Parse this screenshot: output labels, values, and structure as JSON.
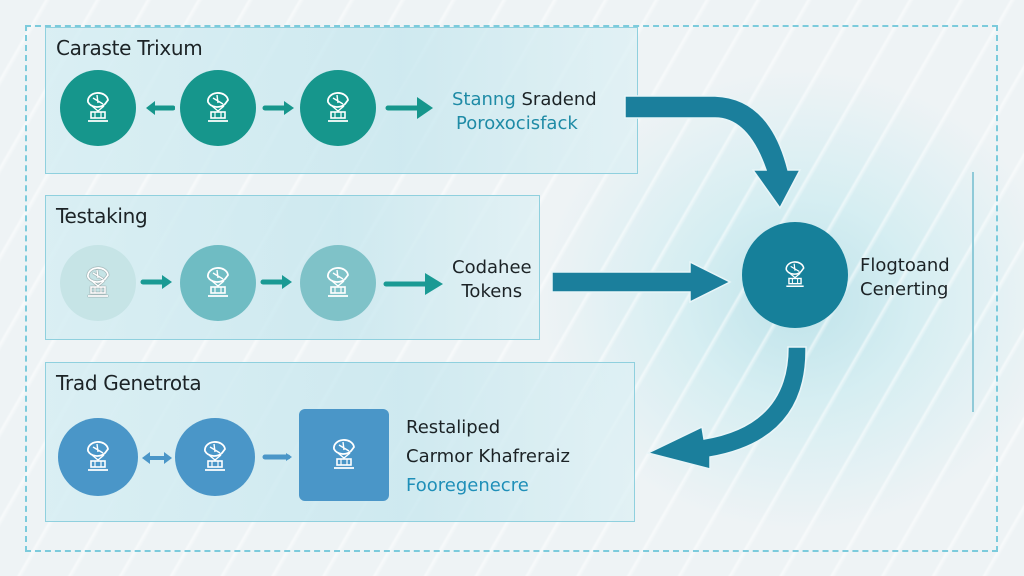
{
  "diagram": {
    "colors": {
      "teal": "#16968c",
      "light_teal_1": "#c6e4e6",
      "light_teal_2": "#6fbcc3",
      "light_teal_3": "#7fc2c8",
      "blue": "#4a96c8",
      "hub": "#16809a",
      "arrow": "#1b7f9c",
      "border": "#7ccbdc"
    },
    "panels": [
      {
        "title": "Caraste Trixum",
        "nodes": [
          {
            "icon": "satellite-dish-icon"
          },
          {
            "icon": "satellite-dish-icon"
          },
          {
            "icon": "satellite-dish-icon"
          }
        ],
        "connectors": [
          "arrow-left",
          "arrow-right",
          "arrow-right"
        ],
        "output_label": {
          "line1_a": "Stanng",
          "line1_b": "Sradend",
          "line2": "Poroxocisfack"
        }
      },
      {
        "title": "Testaking",
        "nodes": [
          {
            "icon": "satellite-dish-icon"
          },
          {
            "icon": "satellite-dish-icon"
          },
          {
            "icon": "satellite-dish-icon"
          }
        ],
        "connectors": [
          "arrow-right",
          "arrow-right",
          "arrow-right"
        ],
        "output_label": {
          "line1": "Codahee",
          "line2": "Tokens"
        }
      },
      {
        "title": "Trad Genetrota",
        "nodes": [
          {
            "icon": "satellite-dish-icon"
          },
          {
            "icon": "satellite-dish-icon"
          },
          {
            "icon": "satellite-dish-icon",
            "shape": "square"
          }
        ],
        "connectors": [
          "arrow-both",
          "line"
        ],
        "output_label": {
          "line1": "Restaliped",
          "line2": "Carmor Khafreraiz",
          "line3": "Fooregenecre"
        }
      }
    ],
    "hub": {
      "icon": "satellite-dish-icon",
      "label_line1": "Flogtoand",
      "label_line2": "Cenerting"
    }
  }
}
